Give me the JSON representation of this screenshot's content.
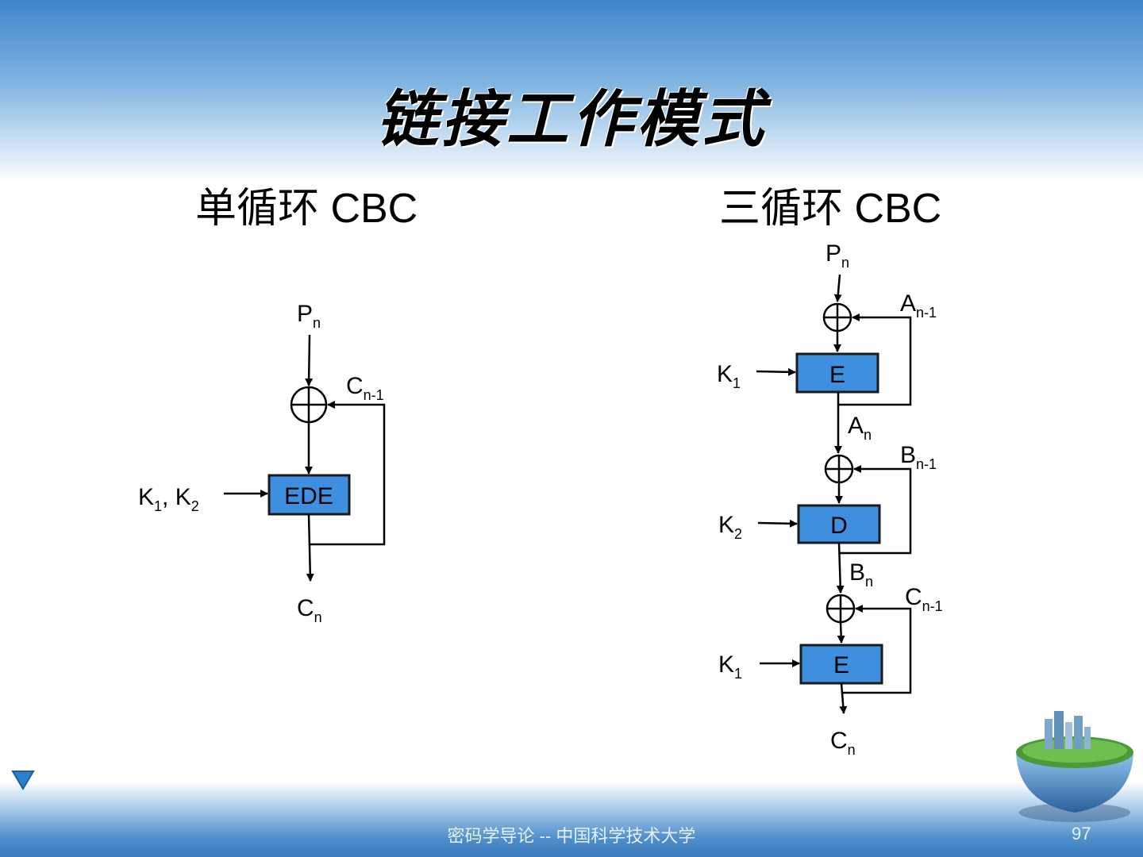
{
  "slide": {
    "title": "链接工作模式",
    "left_heading": "单循环 CBC",
    "right_heading": "三循环 CBC",
    "footer": "密码学导论 -- 中国科学技术大学",
    "page_number": "97"
  },
  "left_diagram": {
    "input": {
      "main": "P",
      "sub": "n"
    },
    "feedback": {
      "main": "C",
      "sub": "n-1"
    },
    "keys": {
      "k1": "K",
      "k1_sub": "1",
      "sep": ", ",
      "k2": "K",
      "k2_sub": "2"
    },
    "box": "EDE",
    "output": {
      "main": "C",
      "sub": "n"
    }
  },
  "right_diagram": {
    "input": {
      "main": "P",
      "sub": "n"
    },
    "stage1": {
      "feedback": {
        "main": "A",
        "sub": "n-1"
      },
      "key": {
        "main": "K",
        "sub": "1"
      },
      "box": "E",
      "out": {
        "main": "A",
        "sub": "n"
      }
    },
    "stage2": {
      "feedback": {
        "main": "B",
        "sub": "n-1"
      },
      "key": {
        "main": "K",
        "sub": "2"
      },
      "box": "D",
      "out": {
        "main": "B",
        "sub": "n"
      }
    },
    "stage3": {
      "feedback": {
        "main": "C",
        "sub": "n-1"
      },
      "key": {
        "main": "K",
        "sub": "1"
      },
      "box": "E"
    },
    "output": {
      "main": "C",
      "sub": "n"
    }
  },
  "colors": {
    "box_fill": "#3f8fe0",
    "box_stroke": "#1a1a1a"
  }
}
